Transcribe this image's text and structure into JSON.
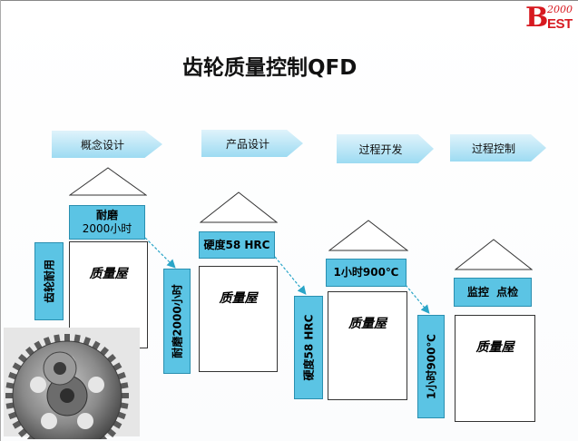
{
  "logo": {
    "text": "BEST",
    "year": "2000"
  },
  "title": "齿轮质量控制QFD",
  "stages": [
    "概念设计",
    "产品设计",
    "过程开发",
    "过程控制"
  ],
  "houses": [
    "质量屋",
    "质量屋",
    "质量屋",
    "质量屋"
  ],
  "requirements": [
    "耐磨\n2000小时",
    "硬度58 HRC",
    "1小时900℃",
    "监控  点检"
  ],
  "vertical_labels": [
    "齿轮耐用",
    "耐磨2000小时",
    "硬度58 HRC",
    "1小时900℃"
  ],
  "colors": {
    "box": "#5bc4e4",
    "stage": "#9ddbf2",
    "arrow": "#2aa5c8"
  },
  "image": {
    "icon": "gear-image"
  }
}
